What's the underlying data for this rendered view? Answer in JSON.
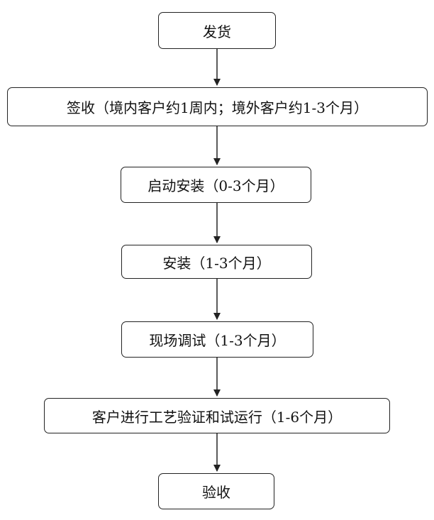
{
  "flowchart": {
    "steps": [
      "发货",
      "签收（境内客户约1周内；境外客户约1-3个月）",
      "启动安装（0-3个月）",
      "安装（1-3个月）",
      "现场调试（1-3个月）",
      "客户进行工艺验证和试运行（1-6个月）",
      "验收"
    ]
  }
}
